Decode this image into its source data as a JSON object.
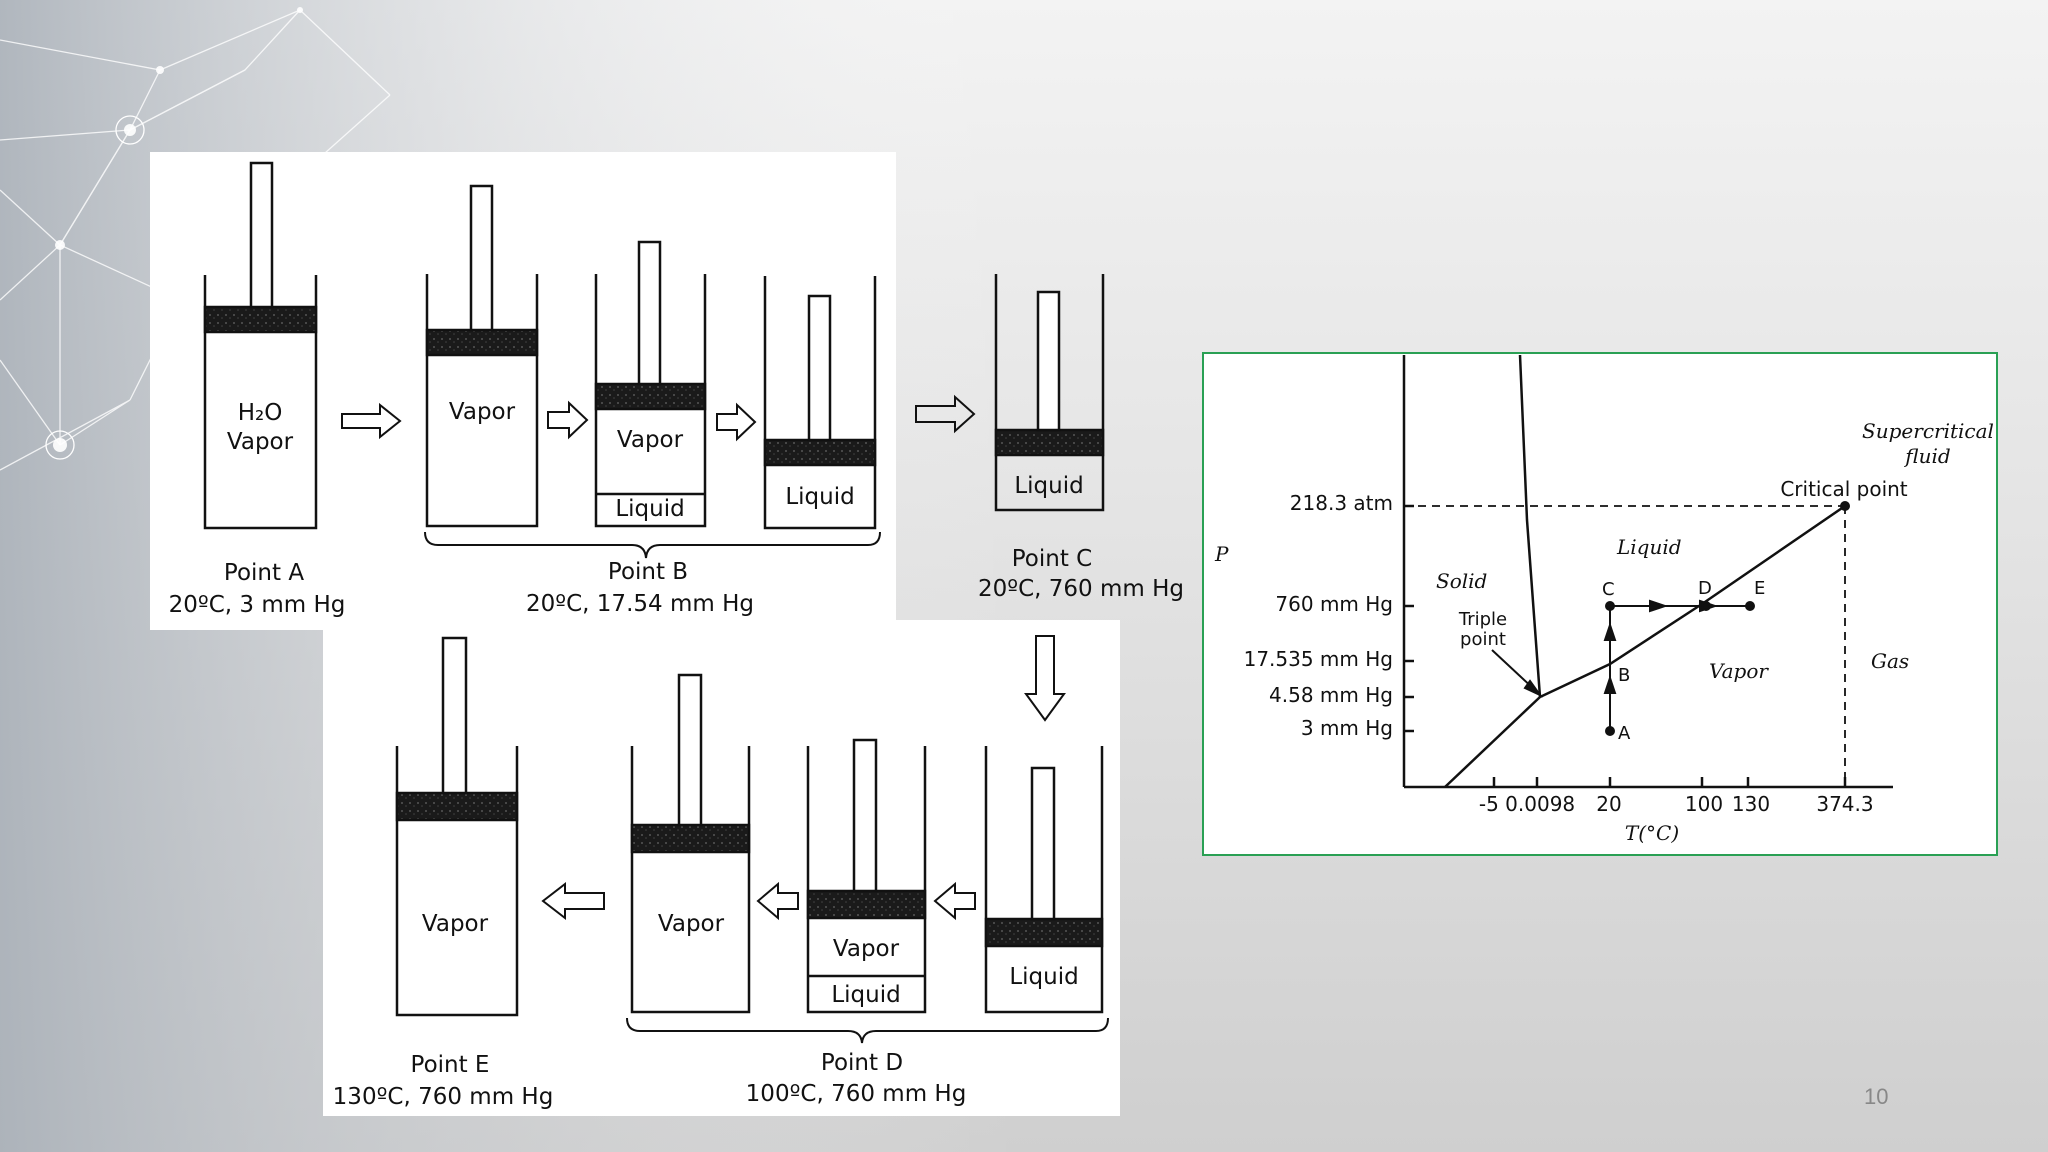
{
  "cylinders": {
    "a_text1": "H₂O",
    "a_text2": "Vapor",
    "b1_text": "Vapor",
    "b2_vapor": "Vapor",
    "b2_liquid": "Liquid",
    "b3_liquid": "Liquid",
    "c_liquid": "Liquid",
    "d1_liquid": "Liquid",
    "d2_vapor": "Vapor",
    "d2_liquid": "Liquid",
    "d3_vapor": "Vapor",
    "e_vapor": "Vapor"
  },
  "points": {
    "a_name": "Point A",
    "a_cond": "20ºC, 3 mm Hg",
    "b_name": "Point B",
    "b_cond": "20ºC, 17.54 mm Hg",
    "c_name": "Point C",
    "c_cond": "20ºC, 760 mm Hg",
    "d_name": "Point D",
    "d_cond": "100ºC, 760 mm Hg",
    "e_name": "Point E",
    "e_cond": "130ºC, 760 mm Hg"
  },
  "phase_diagram": {
    "y_axis_label": "P",
    "x_axis_label": "T(°C)",
    "y_ticks": [
      "218.3 atm",
      "760 mm Hg",
      "17.535 mm Hg",
      "4.58 mm Hg",
      "3 mm Hg"
    ],
    "x_ticks": [
      "-5 0.0098",
      "20",
      "100",
      "130",
      "374.3"
    ],
    "region_solid": "Solid",
    "region_liquid": "Liquid",
    "region_vapor": "Vapor",
    "region_gas": "Gas",
    "region_supercritical_1": "Supercritical",
    "region_supercritical_2": "fluid",
    "critical_point": "Critical point",
    "triple_point_1": "Triple",
    "triple_point_2": "point",
    "pt_a": "A",
    "pt_b": "B",
    "pt_c": "C",
    "pt_d": "D",
    "pt_e": "E"
  },
  "slide_number": "10"
}
